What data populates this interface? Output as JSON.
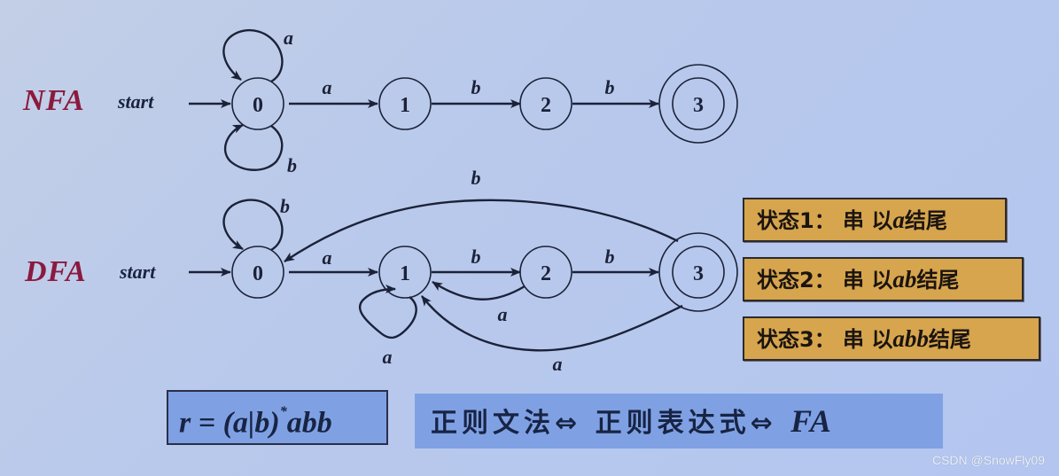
{
  "nfa": {
    "title": "NFA",
    "start_label": "start",
    "states": [
      {
        "id": "0",
        "accepting": false
      },
      {
        "id": "1",
        "accepting": false
      },
      {
        "id": "2",
        "accepting": false
      },
      {
        "id": "3",
        "accepting": true
      }
    ],
    "transitions": [
      {
        "from": "0",
        "to": "0",
        "symbol": "a"
      },
      {
        "from": "0",
        "to": "0",
        "symbol": "b"
      },
      {
        "from": "0",
        "to": "1",
        "symbol": "a"
      },
      {
        "from": "1",
        "to": "2",
        "symbol": "b"
      },
      {
        "from": "2",
        "to": "3",
        "symbol": "b"
      }
    ]
  },
  "dfa": {
    "title": "DFA",
    "start_label": "start",
    "states": [
      {
        "id": "0",
        "accepting": false
      },
      {
        "id": "1",
        "accepting": false
      },
      {
        "id": "2",
        "accepting": false
      },
      {
        "id": "3",
        "accepting": true
      }
    ],
    "transitions": [
      {
        "from": "0",
        "to": "0",
        "symbol": "b"
      },
      {
        "from": "0",
        "to": "1",
        "symbol": "a"
      },
      {
        "from": "1",
        "to": "1",
        "symbol": "a"
      },
      {
        "from": "1",
        "to": "2",
        "symbol": "b"
      },
      {
        "from": "2",
        "to": "1",
        "symbol": "a"
      },
      {
        "from": "2",
        "to": "3",
        "symbol": "b"
      },
      {
        "from": "3",
        "to": "1",
        "symbol": "a"
      },
      {
        "from": "3",
        "to": "0",
        "symbol": "b"
      }
    ]
  },
  "state_notes": [
    {
      "prefix": "状态1： 串 以",
      "italic": "a",
      "suffix": "结尾"
    },
    {
      "prefix": "状态2： 串 以",
      "italic": "ab",
      "suffix": "结尾"
    },
    {
      "prefix": "状态3： 串 以",
      "italic": "abb",
      "suffix": "结尾"
    }
  ],
  "regex": {
    "lhs": "r = (a|b)",
    "sup": "*",
    "rhs": "abb"
  },
  "equivalence": {
    "text": "正则文法⇔ 正则表达式⇔ ",
    "fa": "FA"
  },
  "watermark": "CSDN @SnowFly09",
  "colors": {
    "title_red": "#8a1a3e",
    "ink": "#1b2238",
    "note_box": "#d6a54d",
    "blue_box": "#7fa1e4"
  }
}
